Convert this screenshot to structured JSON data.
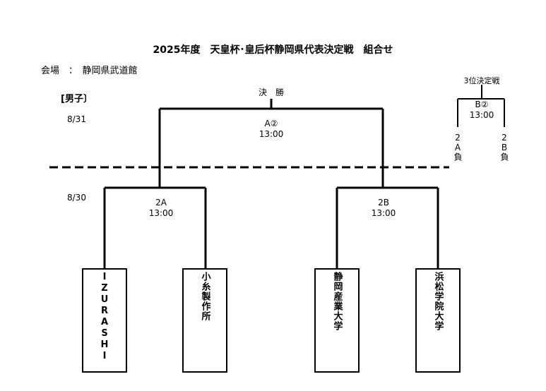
{
  "title": "2025年度　天皇杯･皇后杯静岡県代表決定戦　組合せ",
  "venue": "会場　：　静岡県武道館",
  "section": "[男子〕",
  "dates": {
    "day2": "8/31",
    "day1": "8/30"
  },
  "final": {
    "label": "決　勝",
    "court": "A②",
    "time": "13:00"
  },
  "third_place": {
    "label": "3位決定戦",
    "court": "B②",
    "time": "13:00",
    "left_tag": "2A負",
    "right_tag": "2B負"
  },
  "semis": [
    {
      "court": "2A",
      "time": "13:00"
    },
    {
      "court": "2B",
      "time": "13:00"
    }
  ],
  "teams": [
    "IZURASHI",
    "小糸製作所",
    "静岡産業大学",
    "浜松学院大学"
  ]
}
